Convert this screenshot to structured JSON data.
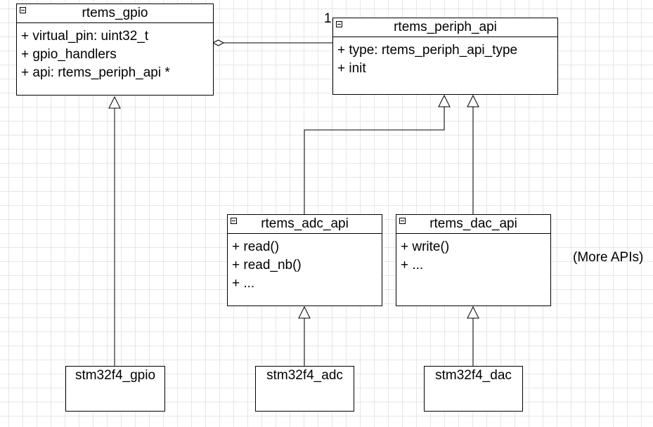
{
  "classes": {
    "gpio": {
      "name": "rtems_gpio",
      "attrs": [
        "+ virtual_pin: uint32_t",
        "+ gpio_handlers",
        "+ api: rtems_periph_api *"
      ]
    },
    "periph": {
      "name": "rtems_periph_api",
      "attrs": [
        "+ type: rtems_periph_api_type",
        "+ init"
      ]
    },
    "adc": {
      "name": "rtems_adc_api",
      "attrs": [
        "+ read()",
        "+ read_nb()",
        "+ ..."
      ]
    },
    "dac": {
      "name": "rtems_dac_api",
      "attrs": [
        "+ write()",
        "+ ..."
      ]
    }
  },
  "implementations": {
    "gpio": "stm32f4_gpio",
    "adc": "stm32f4_adc",
    "dac": "stm32f4_dac"
  },
  "multiplicity": "1",
  "more_apis": "(More APIs)"
}
